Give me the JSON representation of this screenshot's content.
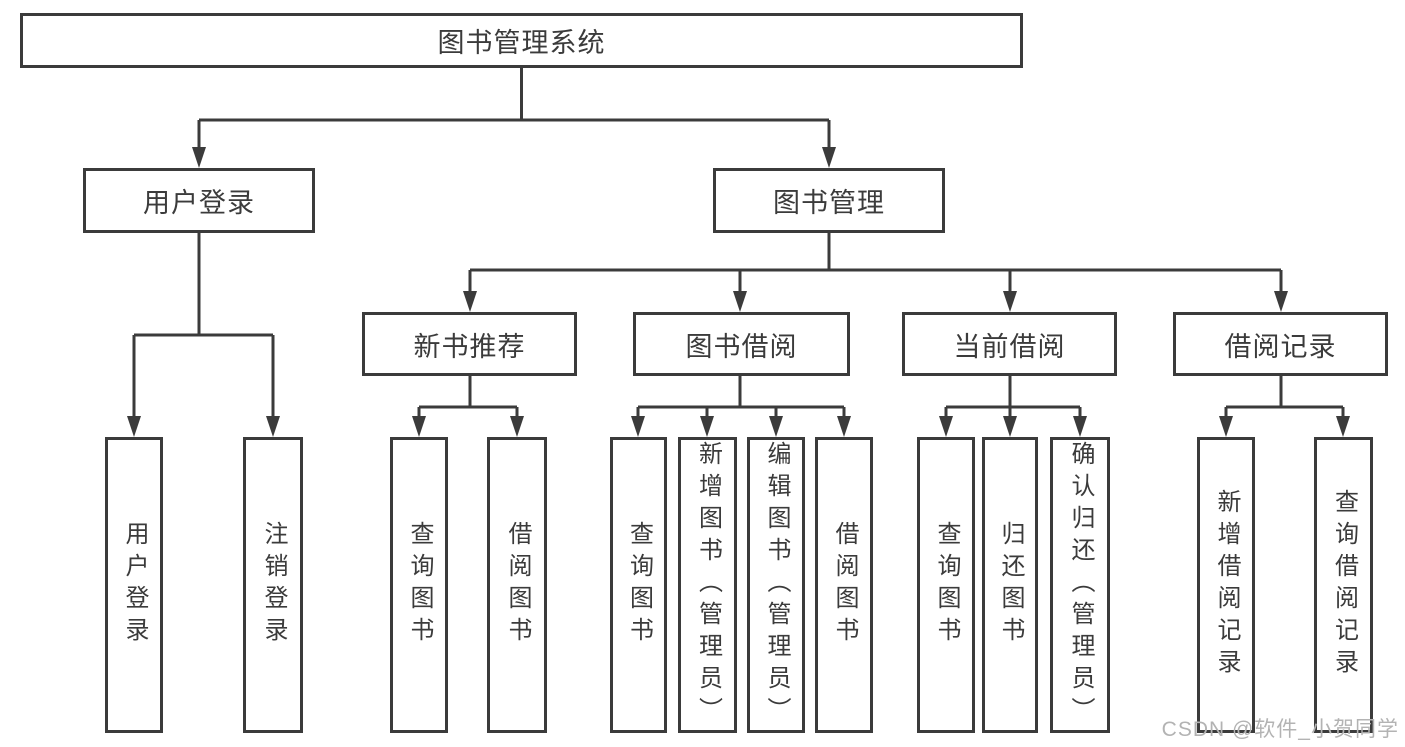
{
  "diagram": {
    "colors": {
      "line": "#3b3b3b",
      "text": "#3b3b3b",
      "watermark": "#b3b3b3",
      "background": "#ffffff"
    },
    "nodes": {
      "root": "图书管理系统",
      "user_login": "用户登录",
      "book_mgmt": "图书管理",
      "new_book_rec": "新书推荐",
      "book_borrow": "图书借阅",
      "current_borrow": "当前借阅",
      "borrow_records": "借阅记录"
    },
    "leaves": {
      "login": [
        "用户登录",
        "注销登录"
      ],
      "new_book_rec": [
        "查询图书",
        "借阅图书"
      ],
      "book_borrow": [
        "查询图书",
        "新增图书（管理员）",
        "编辑图书（管理员）",
        "借阅图书"
      ],
      "current_borrow": [
        "查询图书",
        "归还图书",
        "确认归还（管理员）"
      ],
      "borrow_records": [
        "新增借阅记录",
        "查询借阅记录"
      ]
    },
    "watermark": "CSDN @软件_小贺同学"
  }
}
